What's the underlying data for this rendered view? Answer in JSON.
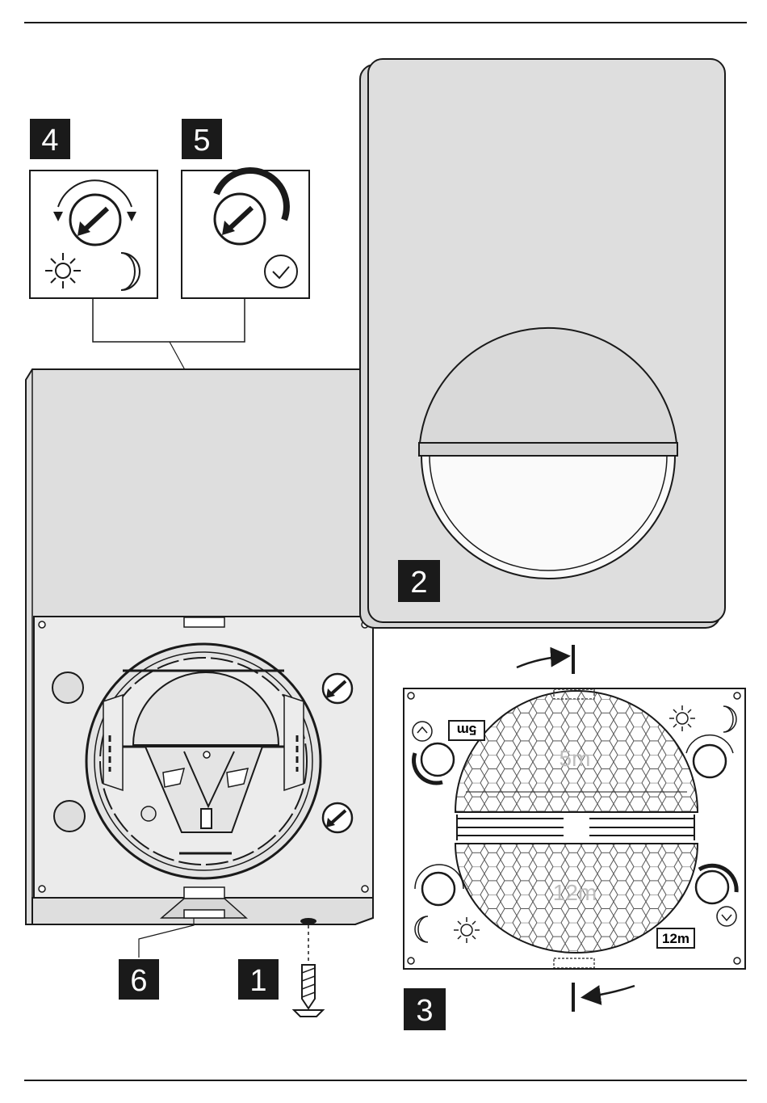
{
  "callouts": {
    "c1": "1",
    "c2": "2",
    "c3": "3",
    "c4": "4",
    "c5": "5",
    "c6": "6"
  },
  "lens": {
    "upper_range": "5m",
    "lower_range": "12m",
    "badge_upper": "5m",
    "badge_lower": "12m"
  },
  "colors": {
    "housing_fill": "#dedede",
    "panel_fill": "#ededed",
    "callout_fill": "#1a1a1a",
    "line": "#1a1a1a"
  },
  "icons": [
    "sun-icon",
    "moon-icon",
    "clock-icon",
    "rotate-arrows-icon",
    "screw-icon",
    "honeycomb-lens-icon"
  ]
}
